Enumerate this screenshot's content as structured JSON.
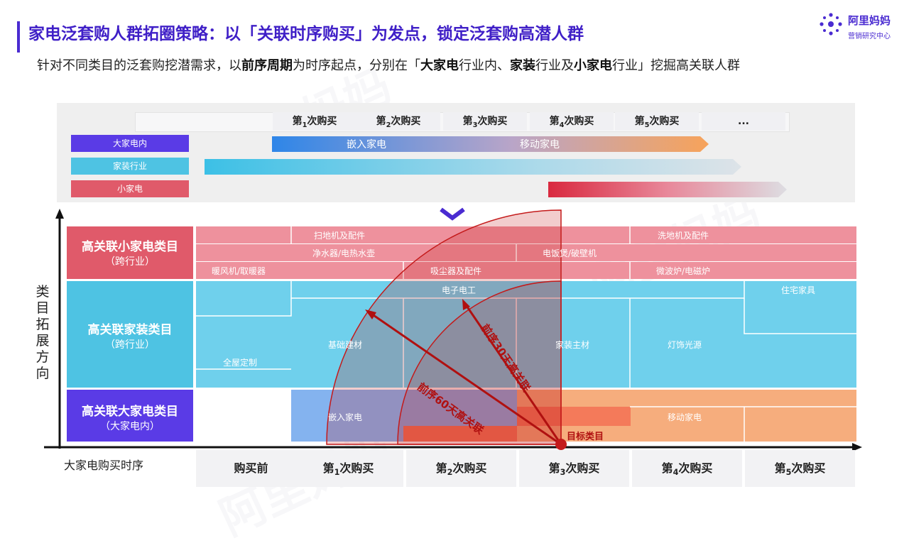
{
  "header": {
    "title": "家电泛套购人群拓圈策略：以「关联时序购买」为发点，锁定泛套购高潜人群",
    "subtitle_parts": [
      {
        "text": "针对不同类目的泛套购挖潜需求，以",
        "bold": false
      },
      {
        "text": "前序周期",
        "bold": true
      },
      {
        "text": "为时序起点，分别在「",
        "bold": false
      },
      {
        "text": "大家电",
        "bold": true
      },
      {
        "text": "行业内、",
        "bold": false
      },
      {
        "text": "家装",
        "bold": true
      },
      {
        "text": "行业及",
        "bold": false
      },
      {
        "text": "小家电",
        "bold": true
      },
      {
        "text": "行业」挖掘高关联人群",
        "bold": false
      }
    ]
  },
  "logo": {
    "name": "阿里妈妈",
    "sub": "营销研究中心"
  },
  "watermark": "阿里妈妈",
  "top_panel": {
    "purchase_columns": [
      {
        "pre": "第",
        "sub": "1",
        "post": "次购买"
      },
      {
        "pre": "第",
        "sub": "2",
        "post": "次购买"
      },
      {
        "pre": "第",
        "sub": "3",
        "post": "次购买"
      },
      {
        "pre": "第",
        "sub": "4",
        "post": "次购买"
      },
      {
        "pre": "第",
        "sub": "5",
        "post": "次购买"
      },
      {
        "pre": "...",
        "sub": "",
        "post": ""
      }
    ],
    "categories": [
      "大家电内",
      "家装行业",
      "小家电"
    ],
    "arrow_labels": {
      "embedded": "嵌入家电",
      "mobile": "移动家电"
    }
  },
  "chart": {
    "y_axis_label": [
      "类",
      "目",
      "拓",
      "展",
      "方",
      "向"
    ],
    "x_axis_label": "大家电购买时序",
    "row_heads": [
      {
        "title": "高关联小家电类目",
        "sub": "（跨行业）"
      },
      {
        "title": "高关联家装类目",
        "sub": "（跨行业）"
      },
      {
        "title": "高关联大家电类目",
        "sub": "（大家电内）"
      }
    ],
    "small_appliance_cells": {
      "sweeper": "扫地机及配件",
      "washer": "洗地机及配件",
      "purifier": "净水器/电热水壶",
      "cooker": "电饭煲/破壁机",
      "heater": "暖风机/取暖器",
      "vacuum": "吸尘器及配件",
      "microwave": "微波炉/电磁炉"
    },
    "home_cells": {
      "electrical": "电子电工",
      "furniture": "住宅家具",
      "custom": "全屋定制",
      "building": "基础建材",
      "main": "家装主材",
      "lighting": "灯饰光源"
    },
    "major_cells": {
      "embedded": "嵌入家电",
      "mobile": "移动家电"
    },
    "arc_labels": {
      "d30": "前序30天高关联",
      "d60": "前序60天高关联"
    },
    "target_label": "目标类目",
    "x_ticks": [
      {
        "pre": "购买前",
        "sub": "",
        "post": ""
      },
      {
        "pre": "第",
        "sub": "1",
        "post": "次购买"
      },
      {
        "pre": "第",
        "sub": "2",
        "post": "次购买"
      },
      {
        "pre": "第",
        "sub": "3",
        "post": "次购买"
      },
      {
        "pre": "第",
        "sub": "4",
        "post": "次购买"
      },
      {
        "pre": "第",
        "sub": "5",
        "post": "次购买"
      }
    ]
  },
  "colors": {
    "title": "#3f1fc7",
    "small_appliance": "#e05a6a",
    "home": "#4ec3e3",
    "major": "#5a3be6",
    "arc": "#c41a1a"
  }
}
